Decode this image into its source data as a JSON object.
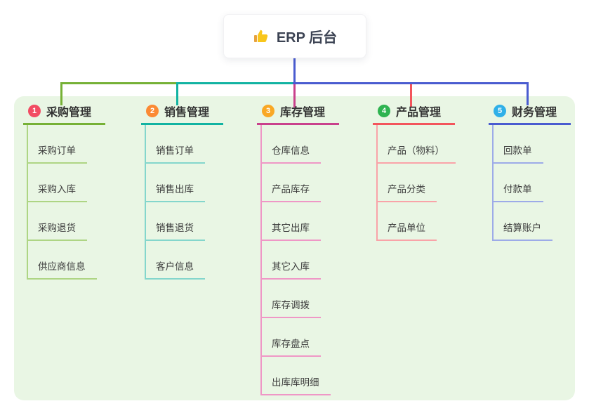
{
  "root": {
    "title": "ERP 后台",
    "icon": "thumbs-up"
  },
  "colors": {
    "panel_background": "#e9f6e4",
    "root_stem": "#4a5cd0",
    "title_text": "#333333",
    "child_text": "#3c3c3c"
  },
  "branches": [
    {
      "index": "1",
      "title": "采购管理",
      "badge_color": "#f24c63",
      "line_color": "#76b136",
      "child_line_color": "#aed584",
      "children": [
        "采购订单",
        "采购入库",
        "采购退货",
        "供应商信息"
      ]
    },
    {
      "index": "2",
      "title": "销售管理",
      "badge_color": "#fb8a34",
      "line_color": "#12b3a2",
      "child_line_color": "#84d6cc",
      "children": [
        "销售订单",
        "销售出库",
        "销售退货",
        "客户信息"
      ]
    },
    {
      "index": "3",
      "title": "库存管理",
      "badge_color": "#f9a825",
      "line_color": "#c9418c",
      "child_line_color": "#ef97c6",
      "children": [
        "仓库信息",
        "产品库存",
        "其它出库",
        "其它入库",
        "库存调拨",
        "库存盘点",
        "出库库明细"
      ]
    },
    {
      "index": "4",
      "title": "产品管理",
      "badge_color": "#2eb350",
      "line_color": "#f3555c",
      "child_line_color": "#f9a3a8",
      "children": [
        "产品（物料）",
        "产品分类",
        "产品单位"
      ]
    },
    {
      "index": "5",
      "title": "财务管理",
      "badge_color": "#2fb0e8",
      "line_color": "#4a5cd0",
      "child_line_color": "#9dabe8",
      "children": [
        "回款单",
        "付款单",
        "结算账户"
      ]
    }
  ]
}
